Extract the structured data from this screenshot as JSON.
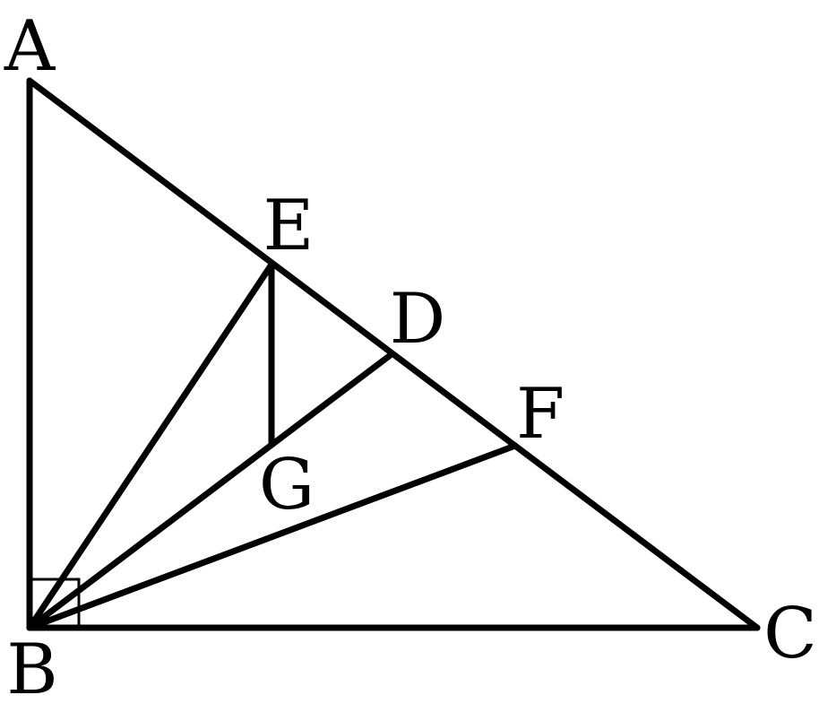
{
  "figure": {
    "stroke_color": "#000000",
    "background": "#ffffff",
    "points": [
      {
        "id": "A",
        "label": "A"
      },
      {
        "id": "B",
        "label": "B"
      },
      {
        "id": "C",
        "label": "C"
      },
      {
        "id": "D",
        "label": "D"
      },
      {
        "id": "E",
        "label": "E"
      },
      {
        "id": "F",
        "label": "F"
      },
      {
        "id": "G",
        "label": "G"
      }
    ],
    "segments": [
      [
        "A",
        "B"
      ],
      [
        "B",
        "C"
      ],
      [
        "A",
        "C"
      ],
      [
        "B",
        "E"
      ],
      [
        "B",
        "D"
      ],
      [
        "B",
        "F"
      ],
      [
        "E",
        "G"
      ]
    ],
    "right_angle_at": "B"
  }
}
